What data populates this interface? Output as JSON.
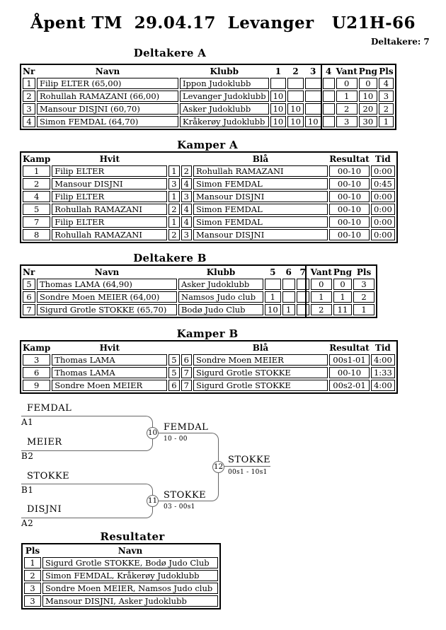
{
  "page": {
    "title": "Åpent TM  29.04.17  Levanger   U21H-66",
    "participants_label": "Deltakere: 7"
  },
  "tables": {
    "deltakere_a": {
      "heading": "Deltakere A",
      "headers": [
        "Nr",
        "Navn",
        "Klubb",
        "1",
        "2",
        "3",
        "4",
        "Vant",
        "Png",
        "Pls"
      ],
      "rows": [
        [
          "1",
          "Filip ELTER  (65,00)",
          "Ippon Judoklubb",
          "",
          "",
          "",
          "",
          "0",
          "0",
          "4"
        ],
        [
          "2",
          "Rohullah RAMAZANI  (66,00)",
          "Levanger Judoklubb",
          "10",
          "",
          "",
          "",
          "1",
          "10",
          "3"
        ],
        [
          "3",
          "Mansour DISJNI  (60,70)",
          "Asker Judoklubb",
          "10",
          "10",
          "",
          "",
          "2",
          "20",
          "2"
        ],
        [
          "4",
          "Simon FEMDAL  (64,70)",
          "Kråkerøy Judoklubb",
          "10",
          "10",
          "10",
          "",
          "3",
          "30",
          "1"
        ]
      ]
    },
    "kamper_a": {
      "heading": "Kamper A",
      "headers": [
        "Kamp",
        "Hvit",
        "",
        "",
        "Blå",
        "Resultat",
        "Tid"
      ],
      "rows": [
        [
          "1",
          "Filip ELTER",
          "1",
          "2",
          "Rohullah RAMAZANI",
          "00-10",
          "0:00"
        ],
        [
          "2",
          "Mansour DISJNI",
          "3",
          "4",
          "Simon FEMDAL",
          "00-10",
          "0:45"
        ],
        [
          "4",
          "Filip ELTER",
          "1",
          "3",
          "Mansour DISJNI",
          "00-10",
          "0:00"
        ],
        [
          "5",
          "Rohullah RAMAZANI",
          "2",
          "4",
          "Simon FEMDAL",
          "00-10",
          "0:00"
        ],
        [
          "7",
          "Filip ELTER",
          "1",
          "4",
          "Simon FEMDAL",
          "00-10",
          "0:00"
        ],
        [
          "8",
          "Rohullah RAMAZANI",
          "2",
          "3",
          "Mansour DISJNI",
          "00-10",
          "0:00"
        ]
      ]
    },
    "deltakere_b": {
      "heading": "Deltakere B",
      "headers": [
        "Nr",
        "Navn",
        "Klubb",
        "5",
        "6",
        "7",
        "Vant",
        "Png",
        "Pls"
      ],
      "rows": [
        [
          "5",
          "Thomas LAMA  (64,90)",
          "Asker Judoklubb",
          "",
          "",
          "",
          "0",
          "0",
          "3"
        ],
        [
          "6",
          "Sondre Moen MEIER  (64,00)",
          "Namsos Judo club",
          "1",
          "",
          "",
          "1",
          "1",
          "2"
        ],
        [
          "7",
          "Sigurd Grotle STOKKE  (65,70)",
          "Bodø Judo Club",
          "10",
          "1",
          "",
          "2",
          "11",
          "1"
        ]
      ]
    },
    "kamper_b": {
      "heading": "Kamper B",
      "headers": [
        "Kamp",
        "Hvit",
        "",
        "",
        "Blå",
        "Resultat",
        "Tid"
      ],
      "rows": [
        [
          "3",
          "Thomas LAMA",
          "5",
          "6",
          "Sondre Moen MEIER",
          "00s1-01",
          "4:00"
        ],
        [
          "6",
          "Thomas LAMA",
          "5",
          "7",
          "Sigurd Grotle STOKKE",
          "00-10",
          "1:33"
        ],
        [
          "9",
          "Sondre Moen MEIER",
          "6",
          "7",
          "Sigurd Grotle STOKKE",
          "00s2-01",
          "4:00"
        ]
      ]
    },
    "resultater": {
      "heading": "Resultater",
      "headers": [
        "Pls",
        "Navn"
      ],
      "rows": [
        [
          "1",
          "Sigurd Grotle STOKKE, Bodø Judo Club"
        ],
        [
          "2",
          "Simon FEMDAL, Kråkerøy Judoklubb"
        ],
        [
          "3",
          "Sondre Moen MEIER, Namsos Judo club"
        ],
        [
          "3",
          "Mansour DISJNI, Asker Judoklubb"
        ]
      ]
    }
  },
  "bracket": {
    "entries": [
      {
        "name": "FEMDAL",
        "seed": "A1"
      },
      {
        "name": "MEIER",
        "seed": "B2"
      },
      {
        "name": "STOKKE",
        "seed": "B1"
      },
      {
        "name": "DISJNI",
        "seed": "A2"
      }
    ],
    "matches": [
      {
        "number": "10",
        "winner": "FEMDAL",
        "score": "10 - 00"
      },
      {
        "number": "11",
        "winner": "STOKKE",
        "score": "03 - 00s1"
      },
      {
        "number": "12",
        "winner": "STOKKE",
        "score": "00s1 - 10s1"
      }
    ]
  }
}
